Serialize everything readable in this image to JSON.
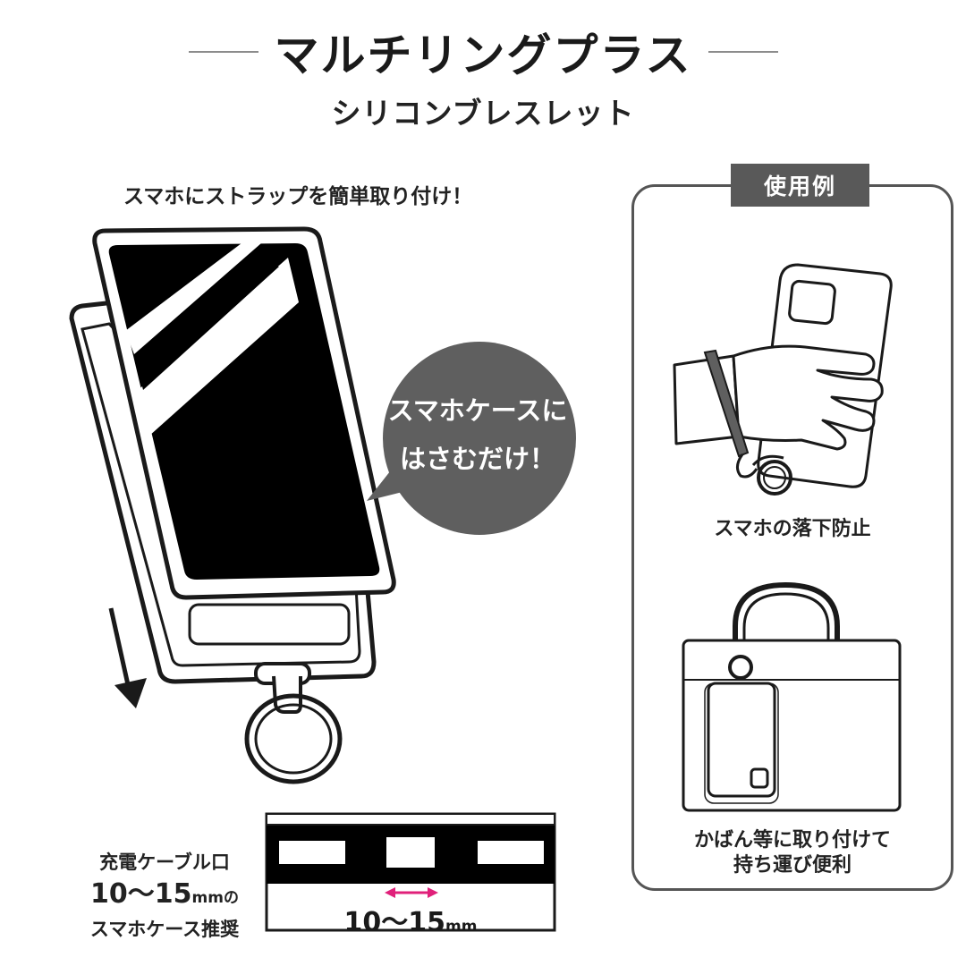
{
  "header": {
    "title": "マルチリングプラス",
    "subtitle": "シリコンブレスレット"
  },
  "left_panel": {
    "caption": "スマホにストラップを簡単取り付け！",
    "bubble_line1": "スマホケースに",
    "bubble_line2": "はさむだけ！"
  },
  "example": {
    "tag": "使用例",
    "label1": "スマホの落下防止",
    "label2_line1": "かばん等に取り付けて",
    "label2_line2": "持ち運び便利"
  },
  "cable": {
    "line1": "充電ケーブル口",
    "line2_value": "10〜15",
    "line2_unit": "mm",
    "line2_suffix": "の",
    "line3": "スマホケース推奨"
  },
  "measure": {
    "value": "10〜15",
    "unit": "mm"
  },
  "colors": {
    "bubble": "#5f5f5f",
    "tag": "#595959",
    "arrow": "#e0207a",
    "ink": "#1a1a1a"
  }
}
